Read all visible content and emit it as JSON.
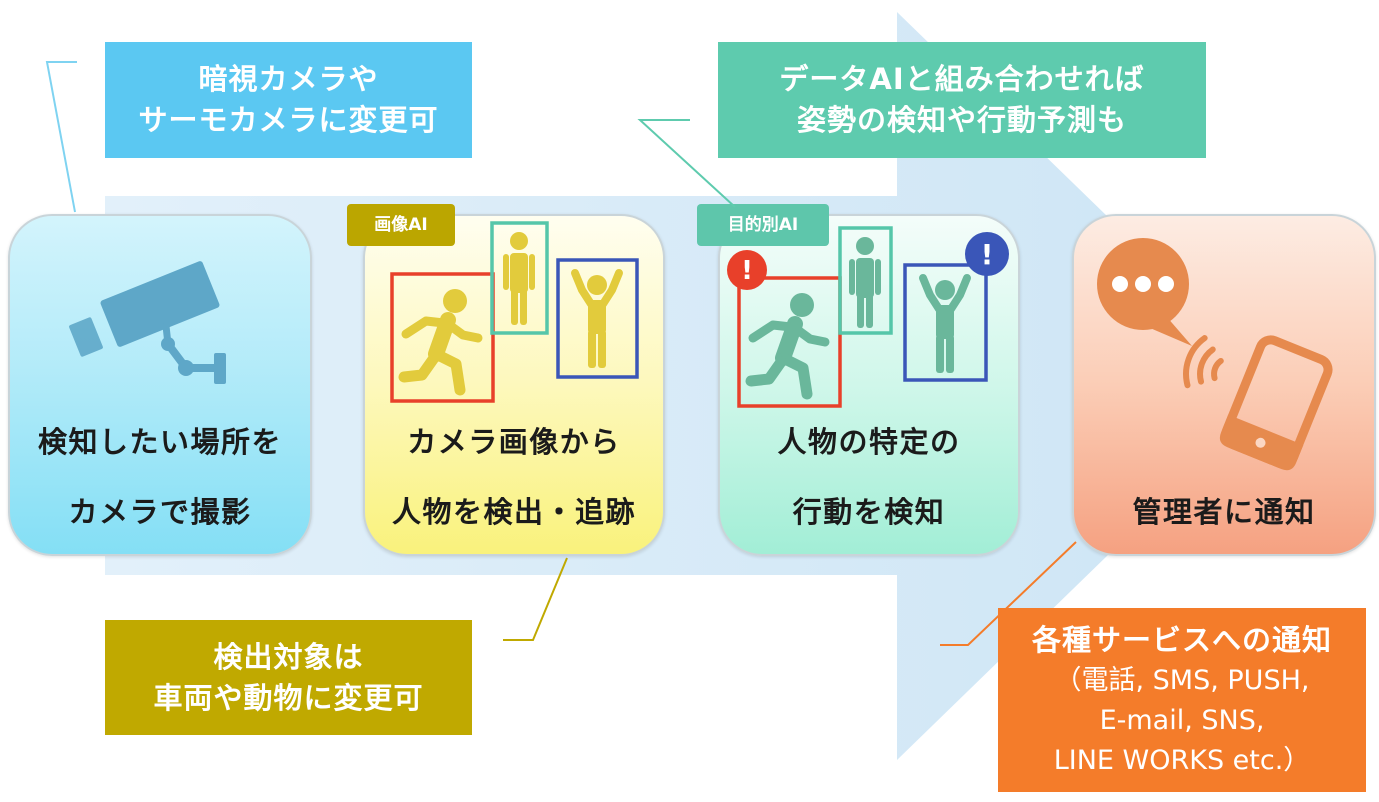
{
  "colors": {
    "flow_arrow_start": "#e2f0fa",
    "flow_arrow_end": "#cde5f5",
    "callout_camera": "#5bc8f2",
    "callout_data_ai": "#5ecbae",
    "callout_target": "#c0a900",
    "callout_notify": "#f47c2a",
    "connector_camera": "#7fd3f1",
    "tag_image_ai": "#bba600",
    "tag_purpose_ai": "#5ec6ab",
    "bbox_red": "#e8402a",
    "bbox_teal": "#55c6a9",
    "bbox_blue": "#3a56b8",
    "figure_image_ai": "#e2cb3c",
    "figure_purpose_ai": "#6ab79b",
    "camera_icon": "#5ea7c8",
    "notify_icon": "#e68a4e"
  },
  "callouts": {
    "camera_option": {
      "lines": [
        "暗視カメラや",
        "サーモカメラに変更可"
      ]
    },
    "data_ai": {
      "lines": [
        "データAIと組み合わせれば",
        "姿勢の検知や行動予測も"
      ]
    },
    "detect_target": {
      "lines": [
        "検出対象は",
        "車両や動物に変更可"
      ]
    },
    "notify_services": {
      "title": "各種サービスへの通知",
      "lines": [
        "（電話, SMS, PUSH,",
        "E-mail, SNS,",
        "LINE WORKS etc.）"
      ]
    }
  },
  "steps": [
    {
      "icon": "security-camera-icon",
      "lines": [
        "検知したい場所を",
        "カメラで撮影"
      ]
    },
    {
      "tag": "画像AI",
      "icons": [
        "running-person-icon",
        "standing-person-icon",
        "arms-raised-person-icon"
      ],
      "lines": [
        "カメラ画像から",
        "人物を検出・追跡"
      ]
    },
    {
      "tag": "目的別AI",
      "icons": [
        "running-person-icon",
        "standing-person-icon",
        "arms-raised-person-icon",
        "alert-icon"
      ],
      "alerts": [
        "!",
        "!"
      ],
      "lines": [
        "人物の特定の",
        "行動を検知"
      ]
    },
    {
      "icons": [
        "chat-bubble-icon",
        "signal-waves-icon",
        "smartphone-icon"
      ],
      "lines": [
        "管理者に通知"
      ]
    }
  ]
}
